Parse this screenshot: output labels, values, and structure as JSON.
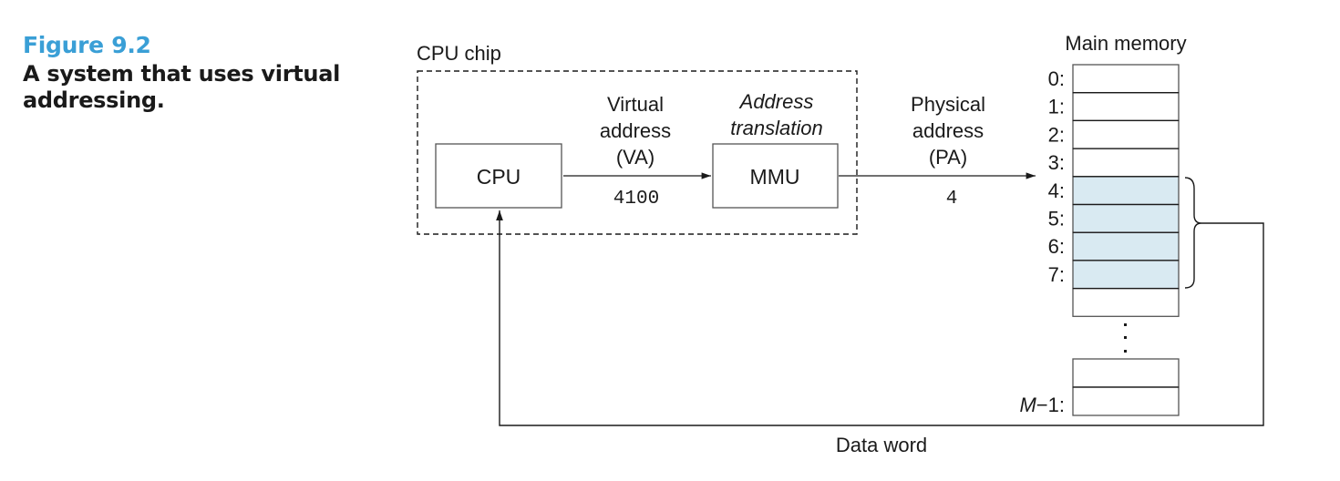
{
  "caption": {
    "figure_number": "Figure 9.2",
    "title": "A system that uses virtual addressing."
  },
  "colors": {
    "caption_accent": "#3a9fd6",
    "highlight_fill": "#d9eaf2",
    "stroke": "#1a1a1a"
  },
  "cpu_chip": {
    "label": "CPU chip",
    "cpu_label": "CPU",
    "mmu_label": "MMU",
    "mmu_caption_line1": "Address",
    "mmu_caption_line2": "translation"
  },
  "virtual_address": {
    "line1": "Virtual",
    "line2": "address",
    "line3": "(VA)",
    "value": "4100"
  },
  "physical_address": {
    "line1": "Physical",
    "line2": "address",
    "line3": "(PA)",
    "value": "4"
  },
  "main_memory": {
    "title": "Main memory",
    "rows": [
      {
        "label": "0:",
        "highlighted": false
      },
      {
        "label": "1:",
        "highlighted": false
      },
      {
        "label": "2:",
        "highlighted": false
      },
      {
        "label": "3:",
        "highlighted": false
      },
      {
        "label": "4:",
        "highlighted": true
      },
      {
        "label": "5:",
        "highlighted": true
      },
      {
        "label": "6:",
        "highlighted": true
      },
      {
        "label": "7:",
        "highlighted": true
      },
      {
        "label": "",
        "highlighted": false
      }
    ],
    "ellipsis": "⋮",
    "tail_rows": [
      {
        "label": ""
      },
      {
        "label_italic": "M",
        "label_rest": "−1:"
      }
    ]
  },
  "data_word": {
    "label": "Data word"
  }
}
